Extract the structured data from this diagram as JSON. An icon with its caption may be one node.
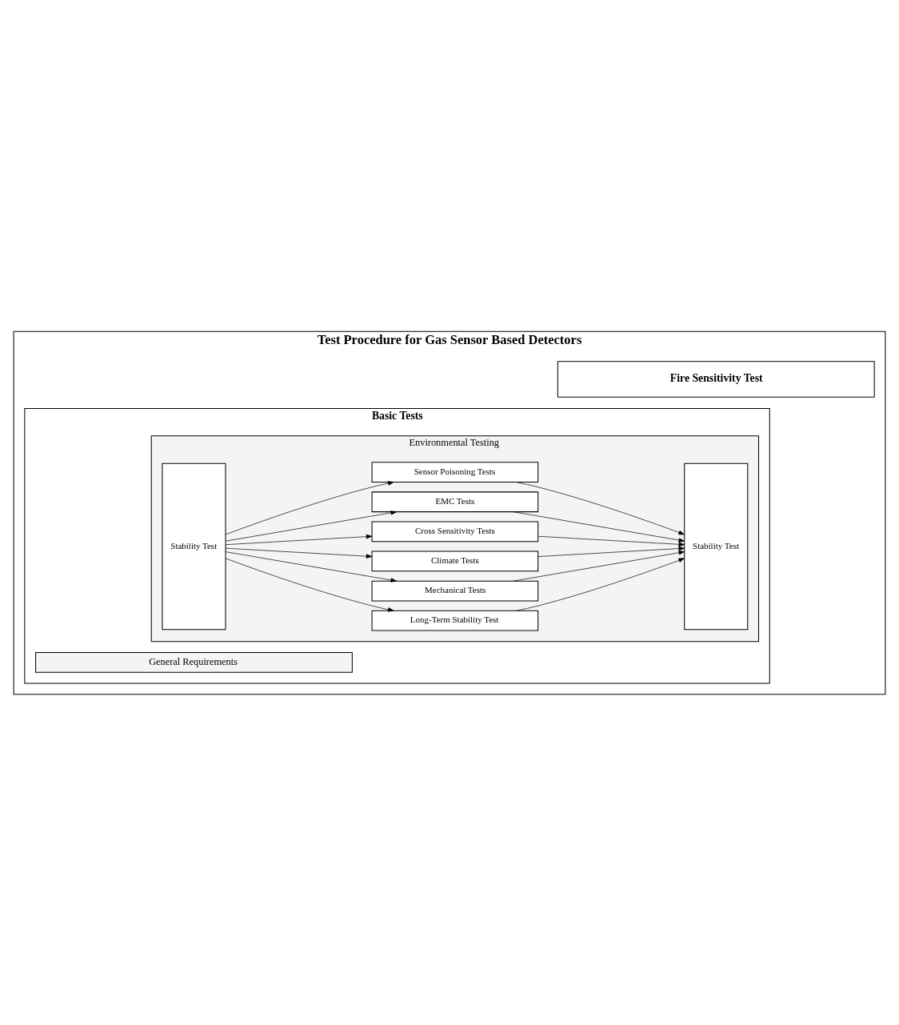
{
  "diagram": {
    "nodes": [
      {
        "text": [
          "Test Procedure for Gas Sensor Based Detectors"
        ]
      },
      {
        "text": [
          "Basic Tests"
        ],
        "in": 0
      },
      {
        "text": [
          "General Requirements"
        ],
        "in": 1
      },
      {
        "text": [
          "Environmental Testing"
        ],
        "in": 1
      },
      {
        "text": [
          "Stability Test"
        ],
        "in": 3
      },
      {
        "text": [
          "Mechanical Tests"
        ],
        "in": 3
      },
      {
        "text": [
          "Climate Tests"
        ],
        "in": 3
      },
      {
        "text": [
          "EMC Tests"
        ],
        "in": 3
      },
      {
        "text": [
          "Cross Sensitivity Tests"
        ],
        "in": 3
      },
      {
        "text": [
          "Sensor Poisoning Tests"
        ],
        "in": 3
      },
      {
        "text": [
          "Long-Term Stability Test"
        ],
        "in": 3
      },
      {
        "text": [
          "Stability Test"
        ],
        "in": 3
      },
      {
        "text": [
          "Fire Sensitivity Test"
        ],
        "in": 0
      }
    ],
    "edges": [
      {
        "from": 4,
        "to": 5,
        "arrow": "to"
      },
      {
        "from": 4,
        "to": 6,
        "arrow": "to"
      },
      {
        "from": 4,
        "to": 7,
        "arrow": "to"
      },
      {
        "from": 4,
        "to": 8,
        "arrow": "to"
      },
      {
        "from": 4,
        "to": 9,
        "arrow": "to"
      },
      {
        "from": 4,
        "to": 10,
        "arrow": "to"
      },
      {
        "from": 5,
        "to": 11,
        "arrow": "to"
      },
      {
        "from": 6,
        "to": 11,
        "arrow": "to"
      },
      {
        "from": 7,
        "to": 11,
        "arrow": "to"
      },
      {
        "from": 8,
        "to": 11,
        "arrow": "to"
      },
      {
        "from": 9,
        "to": 11,
        "arrow": "to"
      },
      {
        "from": 10,
        "to": 11,
        "arrow": "to"
      }
    ]
  }
}
